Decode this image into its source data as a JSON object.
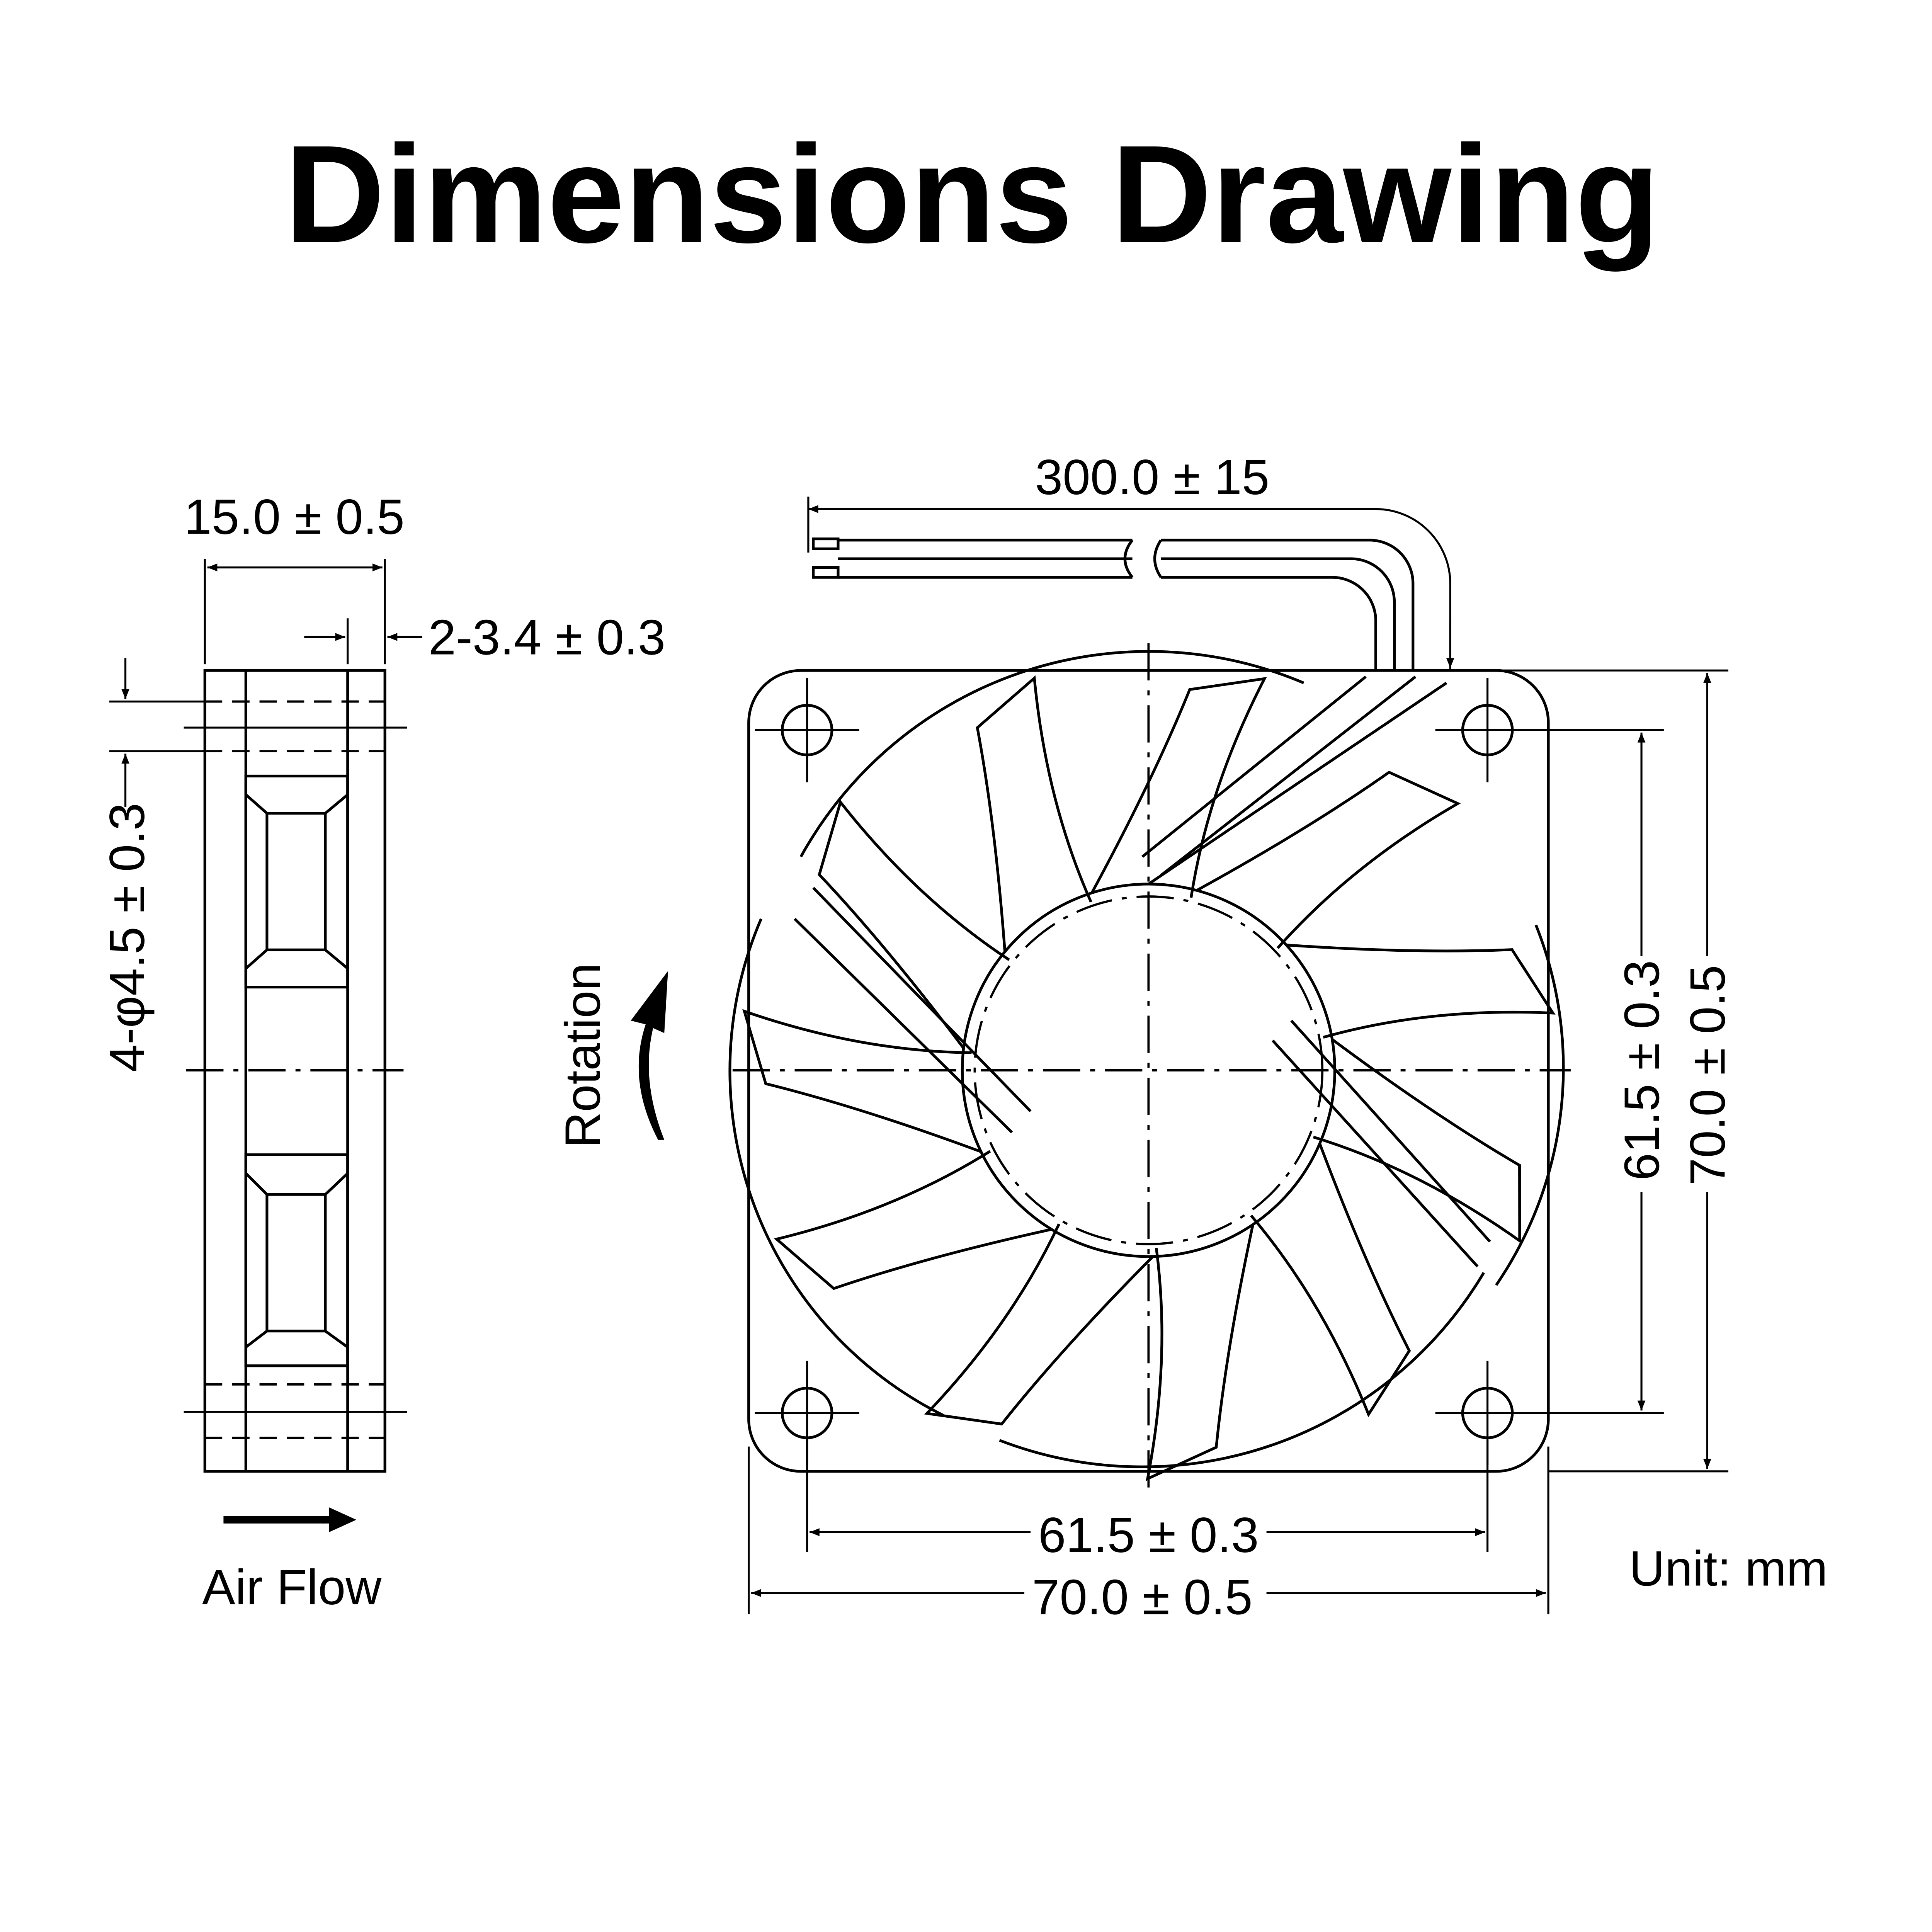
{
  "title": "Dimensions Drawing",
  "side_view": {
    "width_label": "15.0 ± 0.5",
    "flange_label": "2-3.4 ± 0.3",
    "hole_label": "4-φ4.5 ± 0.3",
    "airflow_label": "Air Flow"
  },
  "front_view": {
    "cable_label": "300.0 ± 15",
    "rotation_label": "Rotation",
    "hole_spacing_h_label": "61.5 ± 0.3",
    "width_h_label": "70.0 ± 0.5",
    "hole_spacing_v_label": "61.5 ± 0.3",
    "width_v_label": "70.0 ± 0.5",
    "blade_count": 11
  },
  "unit_label": "Unit: mm"
}
